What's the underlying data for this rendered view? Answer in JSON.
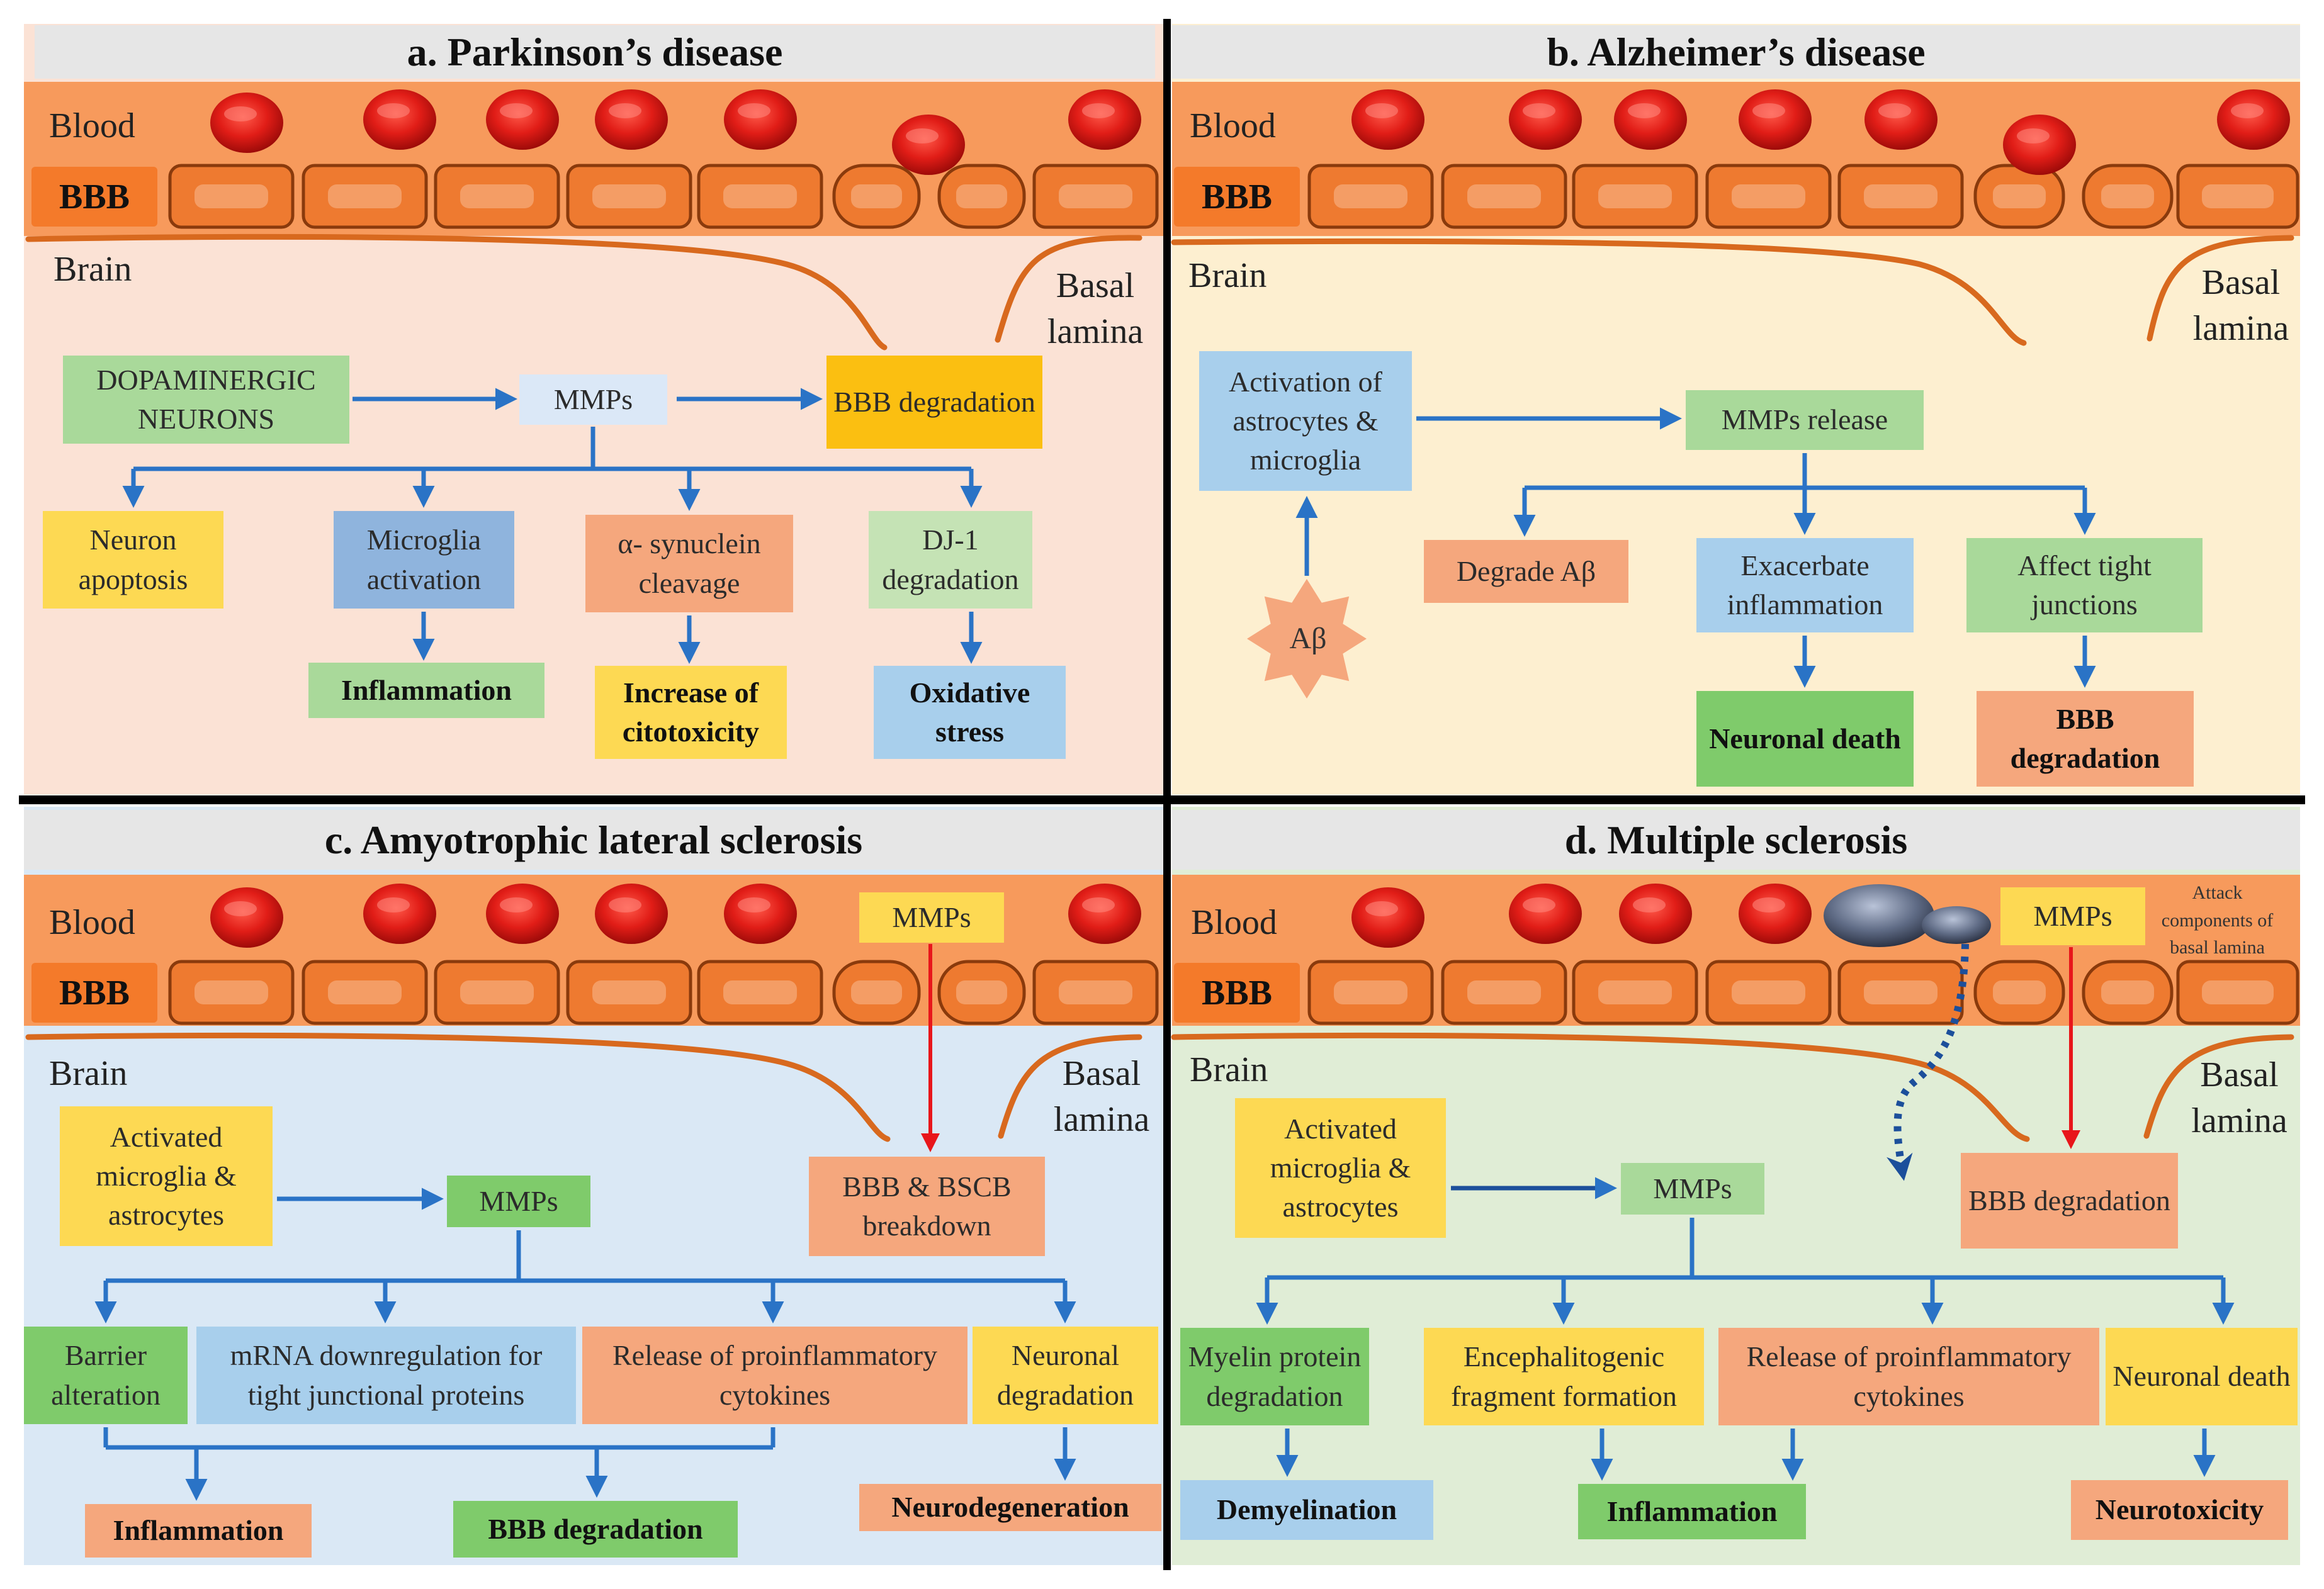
{
  "panels": {
    "a": {
      "title": "a. Parkinson’s disease",
      "blood": "Blood",
      "bbb": "BBB",
      "brain": "Brain",
      "basal": "Basal\nlamina",
      "source": "DOPAMINERGIC NEURONS",
      "mmps": "MMPs",
      "bbb_degradation": "BBB degradation",
      "items": [
        "Neuron apoptosis",
        "Microglia activation",
        "α- synuclein cleavage",
        "DJ-1 degradation"
      ],
      "outcomes": [
        "Inflammation",
        "Increase of citotoxicity",
        "Oxidative stress"
      ]
    },
    "b": {
      "title": "b. Alzheimer’s disease",
      "blood": "Blood",
      "bbb": "BBB",
      "brain": "Brain",
      "basal": "Basal\nlamina",
      "activation": "Activation of astrocytes & microglia",
      "abeta": "Aβ",
      "mmps_release": "MMPs release",
      "items": [
        "Degrade Aβ",
        "Exacerbate inflammation",
        "Affect tight junctions"
      ],
      "outcomes": [
        "Neuronal death",
        "BBB degradation"
      ]
    },
    "c": {
      "title": "c. Amyotrophic lateral sclerosis",
      "blood": "Blood",
      "bbb": "BBB",
      "brain": "Brain",
      "basal": "Basal\nlamina",
      "blood_mmps": "MMPs",
      "source": "Activated microglia & astrocytes",
      "mmps": "MMPs",
      "breakdown": "BBB & BSCB breakdown",
      "items": [
        "Barrier alteration",
        "mRNA downregulation for tight junctional proteins",
        "Release of proinflammatory cytokines",
        "Neuronal degradation"
      ],
      "outcomes": [
        "Inflammation",
        "BBB degradation",
        "Neurodegeneration"
      ]
    },
    "d": {
      "title": "d. Multiple sclerosis",
      "blood": "Blood",
      "bbb": "BBB",
      "brain": "Brain",
      "basal": "Basal\nlamina",
      "blood_mmps": "MMPs",
      "attack": "Attack components of basal lamina",
      "source": "Activated microglia & astrocytes",
      "mmps": "MMPs",
      "bbb_degradation": "BBB degradation",
      "items": [
        "Myelin protein degradation",
        "Encephalitogenic fragment formation",
        "Release of proinflammatory cytokines",
        "Neuronal death"
      ],
      "outcomes": [
        "Demyelination",
        "Inflammation",
        "Neurotoxicity"
      ]
    }
  },
  "colors": {
    "panel_a_bg": "#fbe2d5",
    "panel_b_bg": "#fdefd0",
    "panel_c_bg": "#dae8f5",
    "panel_d_bg": "#e0edd6",
    "band": "#f79a5c",
    "arrow_blue": "#2a73c6",
    "arrow_red": "#e8161b",
    "basal_curve": "#d8691e"
  }
}
